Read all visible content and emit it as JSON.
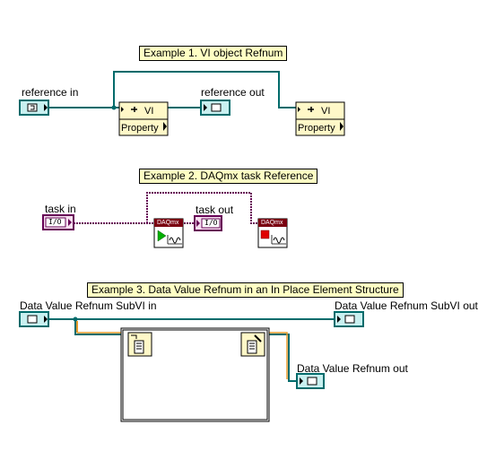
{
  "colors": {
    "refnum_wire": "#006b6b",
    "daqmx_wire": "#660055",
    "refnum_fill": "#c8f0f0",
    "daqmx_fill": "#f6e0f0",
    "node_fill": "#fff8c8",
    "caption_fill": "#ffffc4",
    "daqmx_header": "#7a0010",
    "start_arrow": "#00b000",
    "stop_square": "#e00000"
  },
  "example1": {
    "caption": "Example 1. VI object  Refnum",
    "input_label": "reference in",
    "output_label": "reference out",
    "node1": {
      "class": "VI",
      "method": "Property"
    },
    "node2": {
      "class": "VI",
      "method": "Property"
    }
  },
  "example2": {
    "caption": "Example 2. DAQmx task Reference",
    "input_label": "task  in",
    "output_label": "task out",
    "io_text": "I/O",
    "start_header": "DAQmx",
    "stop_header": "DAQmx"
  },
  "example3": {
    "caption": "Example 3. Data Value Refnum in an In Place Element Structure",
    "input_label": "Data Value Refnum  SubVI in",
    "output_label": "Data Value Refnum SubVI out",
    "output2_label": "Data Value Refnum out"
  }
}
